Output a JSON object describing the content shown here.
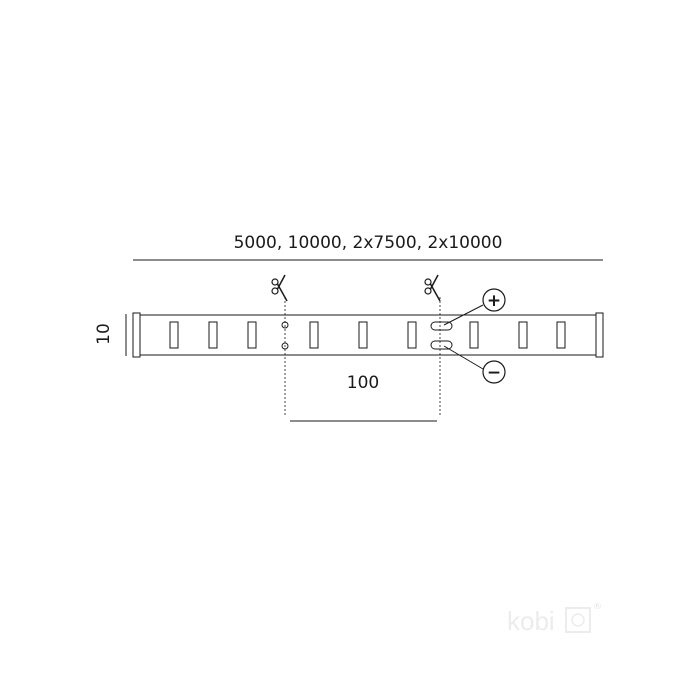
{
  "dimensions": {
    "length_label": "5000, 10000, 2x7500, 2x10000",
    "width_label": "10",
    "cut_interval_label": "100"
  },
  "polarity": {
    "positive": "+",
    "negative": "−"
  },
  "icons": {
    "cut_mark": "scissors-icon"
  },
  "watermark": {
    "brand": "kobi",
    "registered": "®"
  }
}
